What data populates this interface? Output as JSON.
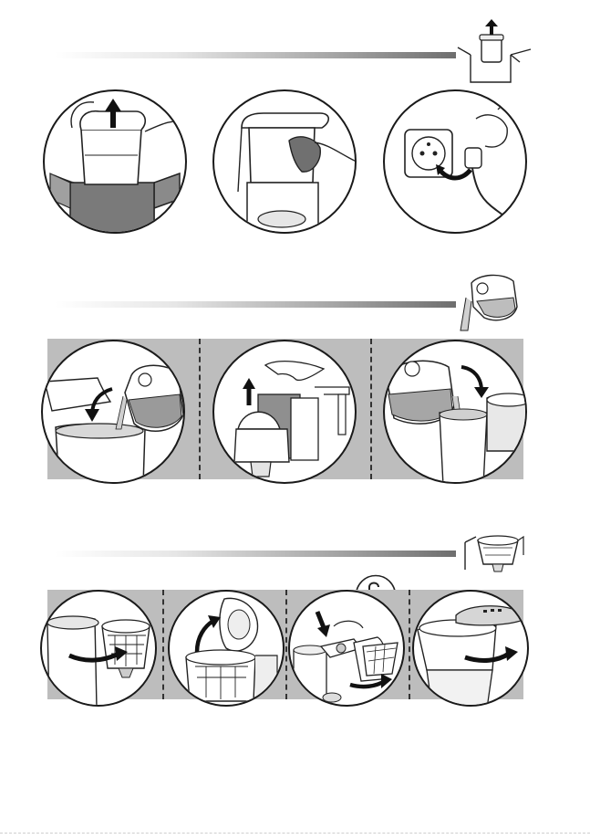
{
  "page": {
    "background": "#ffffff",
    "accent_dark": "#1a1a1a",
    "band_gray": "#bdbdbd"
  },
  "section_1": {
    "thumbnail": "box-unpack-icon",
    "steps": [
      {
        "illustration": "lift-carafe-out-of-box"
      },
      {
        "illustration": "wipe-carafe-with-cloth"
      },
      {
        "illustration": "plug-into-socket"
      }
    ]
  },
  "section_2": {
    "thumbnail": "pour-carafe-icon",
    "steps": [
      {
        "illustration": "pour-water-into-tank"
      },
      {
        "illustration": "fill-carafe-at-tap"
      },
      {
        "illustration": "pour-into-machine"
      }
    ]
  },
  "section_3": {
    "thumbnail": "filter-holder-icon",
    "lock_icon": "unlock-padlock-icon",
    "steps": [
      {
        "illustration": "swing-filter-holder-out"
      },
      {
        "illustration": "open-carafe-lid"
      },
      {
        "illustration": "press-release-and-remove"
      },
      {
        "illustration": "rotate-lid-to-close"
      }
    ]
  }
}
